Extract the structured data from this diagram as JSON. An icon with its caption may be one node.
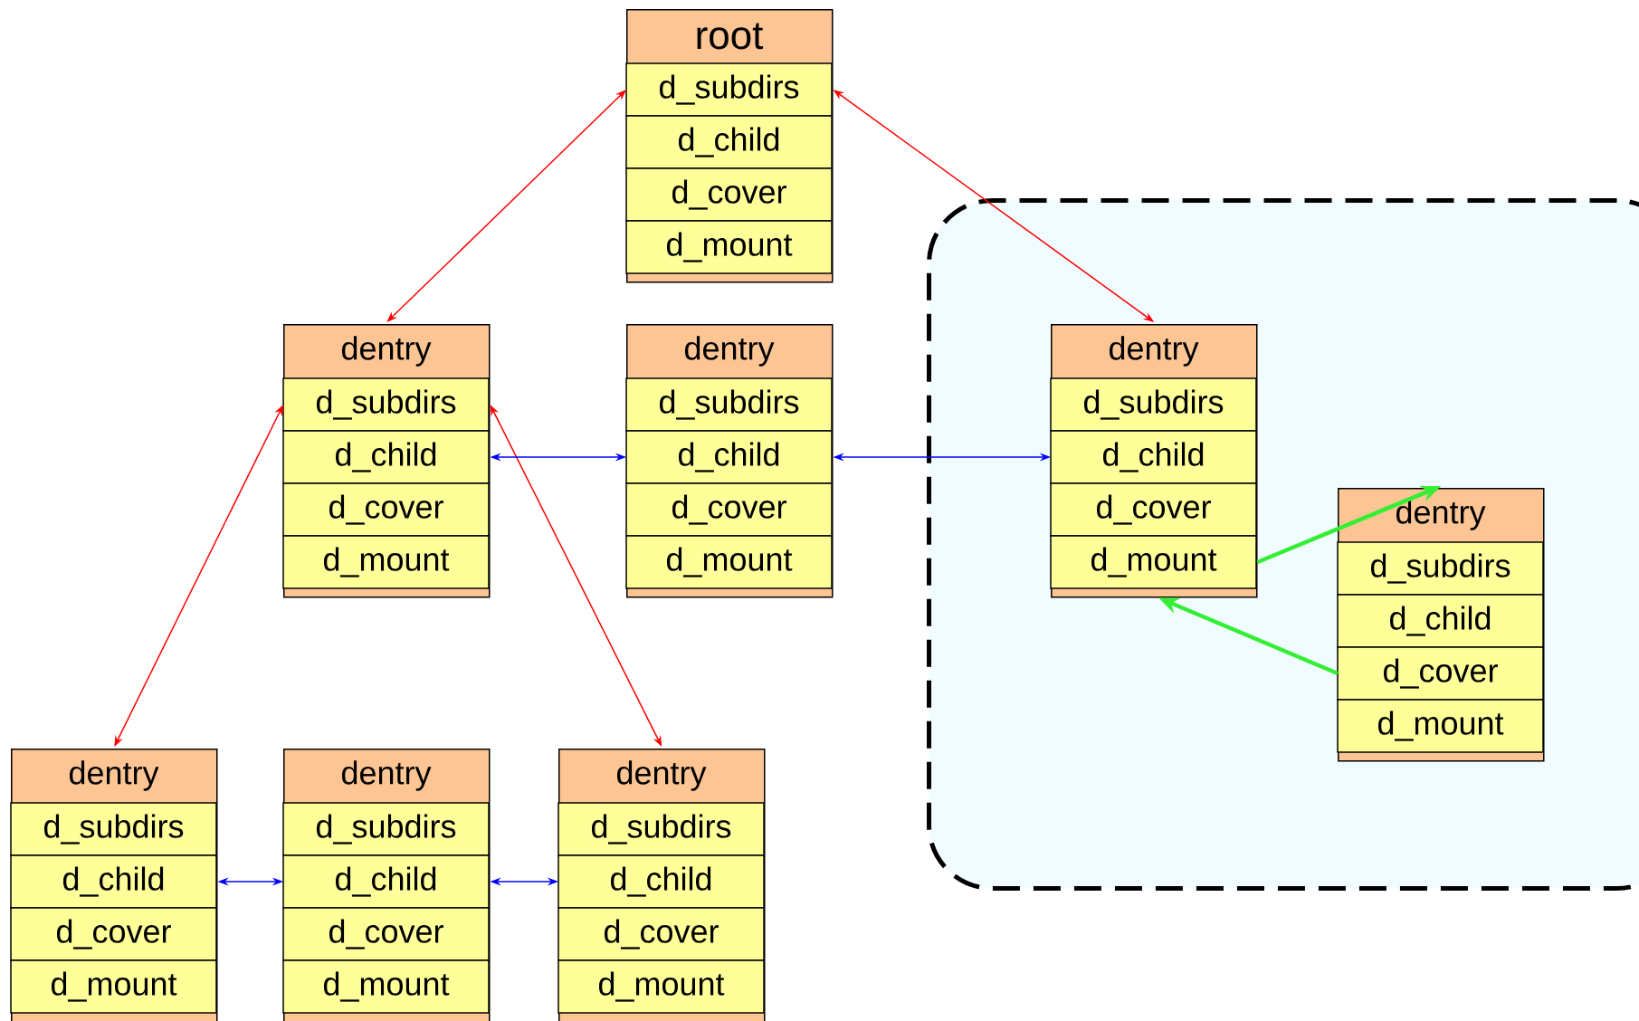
{
  "diagram": {
    "nodes": [
      {
        "text": [
          "root",
          "d_subdirs",
          "d_child",
          "d_cover",
          "d_mount"
        ]
      },
      {
        "text": [
          "dentry",
          "d_subdirs",
          "d_child",
          "d_cover",
          "d_mount"
        ]
      },
      {
        "text": [
          "dentry",
          "d_subdirs",
          "d_child",
          "d_cover",
          "d_mount"
        ]
      },
      {
        "text": [],
        "shape": "box"
      },
      {
        "text": [
          "dentry",
          "d_subdirs",
          "d_child",
          "d_cover",
          "d_mount"
        ],
        "in": 3
      },
      {
        "text": [
          "dentry",
          "d_subdirs",
          "d_child",
          "d_cover",
          "d_mount"
        ],
        "in": 3
      },
      {
        "text": [
          "dentry",
          "d_subdirs",
          "d_child",
          "d_cover",
          "d_mount"
        ]
      },
      {
        "text": [
          "dentry",
          "d_subdirs",
          "d_child",
          "d_cover",
          "d_mount"
        ]
      },
      {
        "text": [
          "dentry",
          "d_subdirs",
          "d_child",
          "d_cover",
          "d_mount"
        ]
      }
    ],
    "edges": [
      {
        "from": 0,
        "to": 1,
        "arrow": "both",
        "color": "#ff0000"
      },
      {
        "from": 0,
        "to": 4,
        "arrow": "both",
        "color": "#ff0000"
      },
      {
        "from": 1,
        "to": 6,
        "arrow": "both",
        "color": "#ff0000"
      },
      {
        "from": 1,
        "to": 8,
        "arrow": "both",
        "color": "#ff0000"
      },
      {
        "from": 1,
        "to": 2,
        "arrow": "both",
        "color": "#0000ff"
      },
      {
        "from": 2,
        "to": 4,
        "arrow": "both",
        "color": "#0000ff"
      },
      {
        "from": 6,
        "to": 7,
        "arrow": "both",
        "color": "#0000ff"
      },
      {
        "from": 7,
        "to": 8,
        "arrow": "both",
        "color": "#0000ff"
      },
      {
        "from": 4,
        "to": 5,
        "arrow": "to",
        "style": "thick",
        "color": "#33ee33"
      },
      {
        "from": 5,
        "to": 4,
        "arrow": "to",
        "style": "thick",
        "color": "#33ee33"
      }
    ]
  }
}
